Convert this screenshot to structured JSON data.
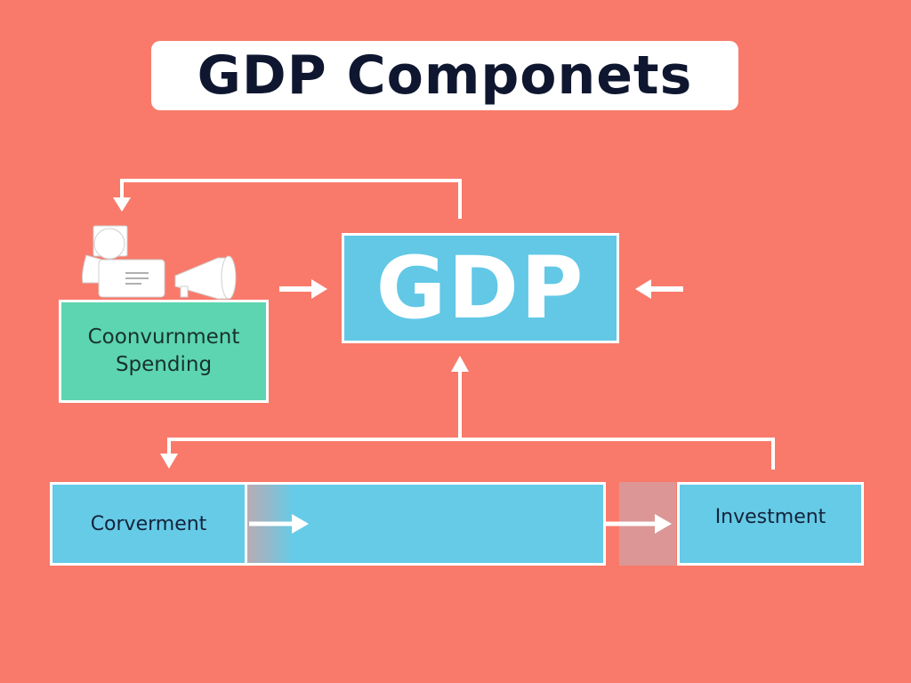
{
  "title": "GDP Componets",
  "central_node": {
    "label": "GDP",
    "color": "#62c8e6"
  },
  "nodes": [
    {
      "id": "gov-spending",
      "label_line1": "Coonvurnment",
      "label_line2": "Spending",
      "color": "#5dd5b0",
      "icon": "person-computer-megaphone-icon"
    },
    {
      "id": "corverment",
      "label": "Corverment",
      "color": "#66cbe7"
    },
    {
      "id": "middle-bar",
      "label": "",
      "color": "#66cbe7"
    },
    {
      "id": "investment",
      "label": "Investment",
      "color": "#66cbe7"
    }
  ],
  "colors": {
    "background": "#f97a6a",
    "title_text": "#0f1730",
    "lines": "#ffffff"
  }
}
